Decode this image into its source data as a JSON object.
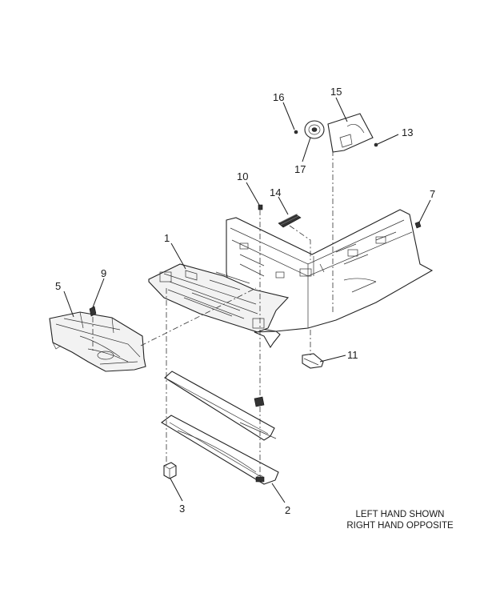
{
  "note": {
    "line1": "LEFT HAND SHOWN",
    "line2": "RIGHT HAND OPPOSITE"
  },
  "callouts": {
    "c1": "1",
    "c2": "2",
    "c3": "3",
    "c5": "5",
    "c7": "7",
    "c9": "9",
    "c10": "10",
    "c11": "11",
    "c13": "13",
    "c14": "14",
    "c15": "15",
    "c16": "16",
    "c17": "17"
  }
}
